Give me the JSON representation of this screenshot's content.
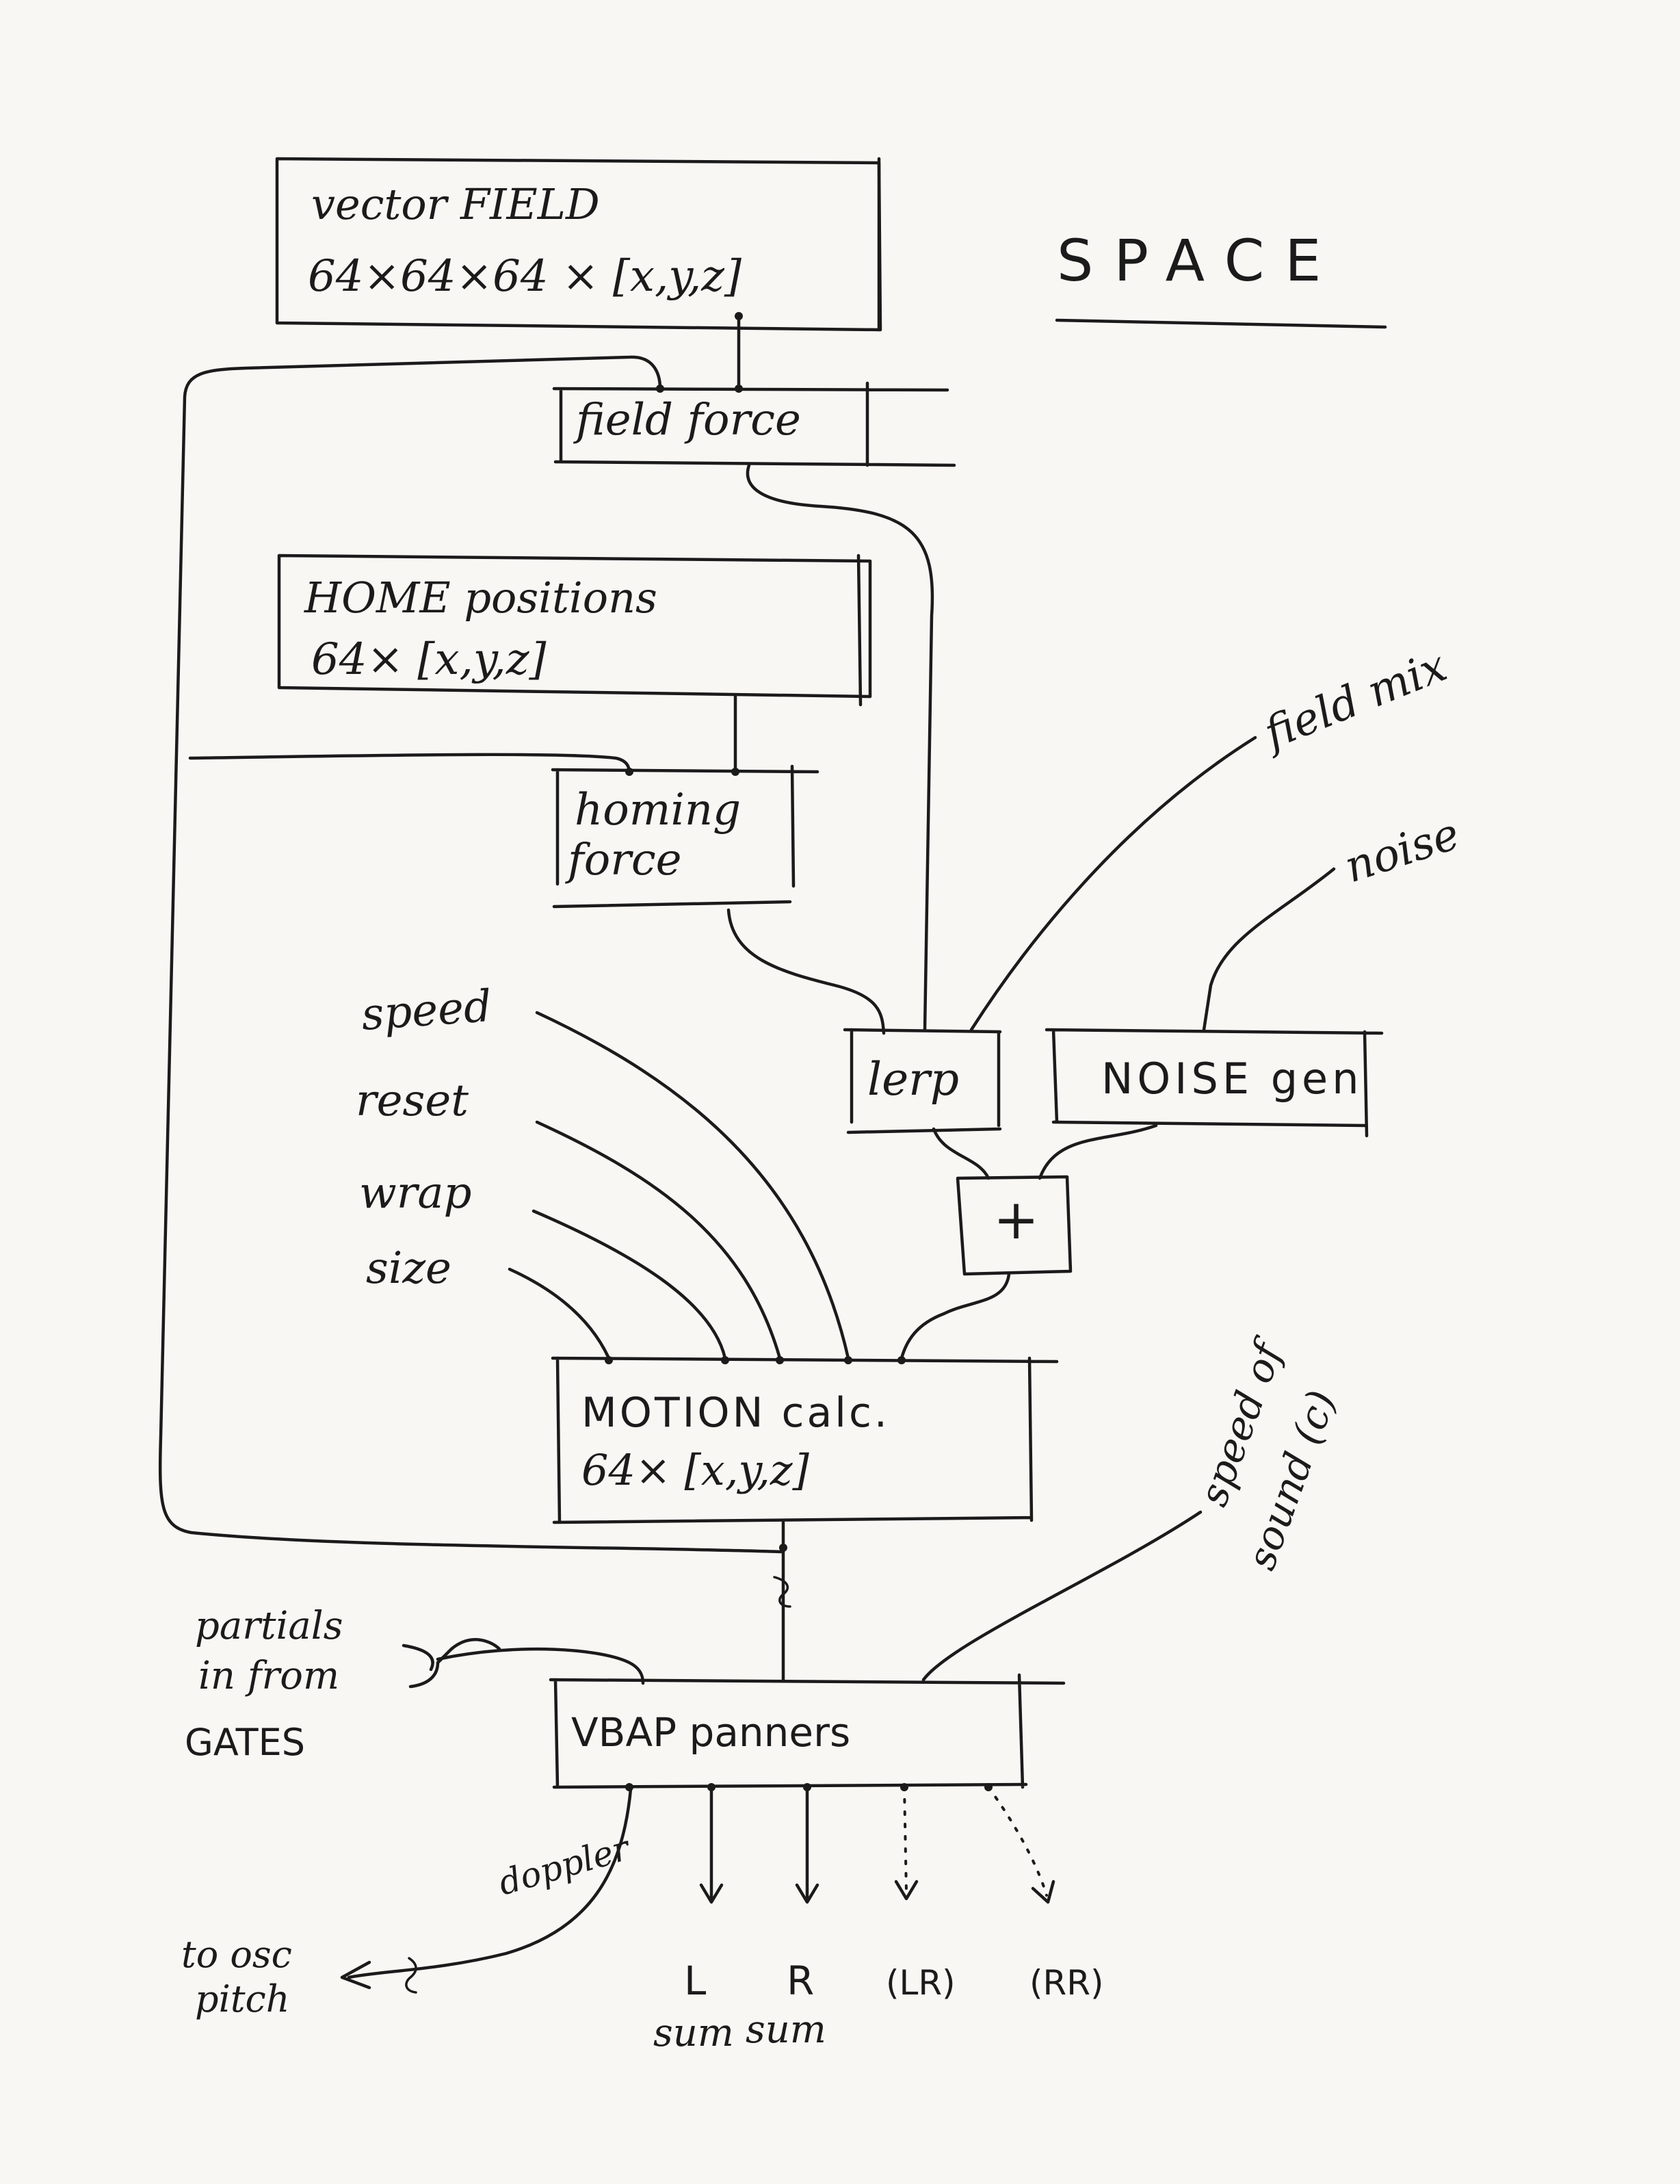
{
  "title": "SPACE",
  "blocks": {
    "vector_field": {
      "line1": "vector FIELD",
      "line2": "64×64×64 × [x,y,z]"
    },
    "field_force": {
      "label": "field force"
    },
    "home_positions": {
      "line1": "HOME positions",
      "line2": "64× [x,y,z]"
    },
    "homing_force": {
      "line1": "homing",
      "line2": "force"
    },
    "lerp": {
      "label": "lerp"
    },
    "noise_gen": {
      "label": "NOISE gen"
    },
    "plus": {
      "label": "+"
    },
    "motion_calc": {
      "line1": "MOTION calc.",
      "line2": "64× [x,y,z]"
    },
    "vbap": {
      "label": "VBAP panners"
    }
  },
  "inputs": {
    "field_mix": "field mix",
    "noise": "noise",
    "speed": "speed",
    "reset": "reset",
    "wrap": "wrap",
    "size": "size",
    "speed_of_sound_1": "speed of",
    "speed_of_sound_2": "sound (c)",
    "partials_1": "partials",
    "partials_2": "in from",
    "partials_3": "GATES"
  },
  "outputs": {
    "doppler": "doppler",
    "to_osc_1": "to osc",
    "to_osc_2": "pitch",
    "L": "L",
    "R": "R",
    "LR": "(LR)",
    "RR": "(RR)",
    "sum_L": "sum",
    "sum_R": "sum"
  }
}
